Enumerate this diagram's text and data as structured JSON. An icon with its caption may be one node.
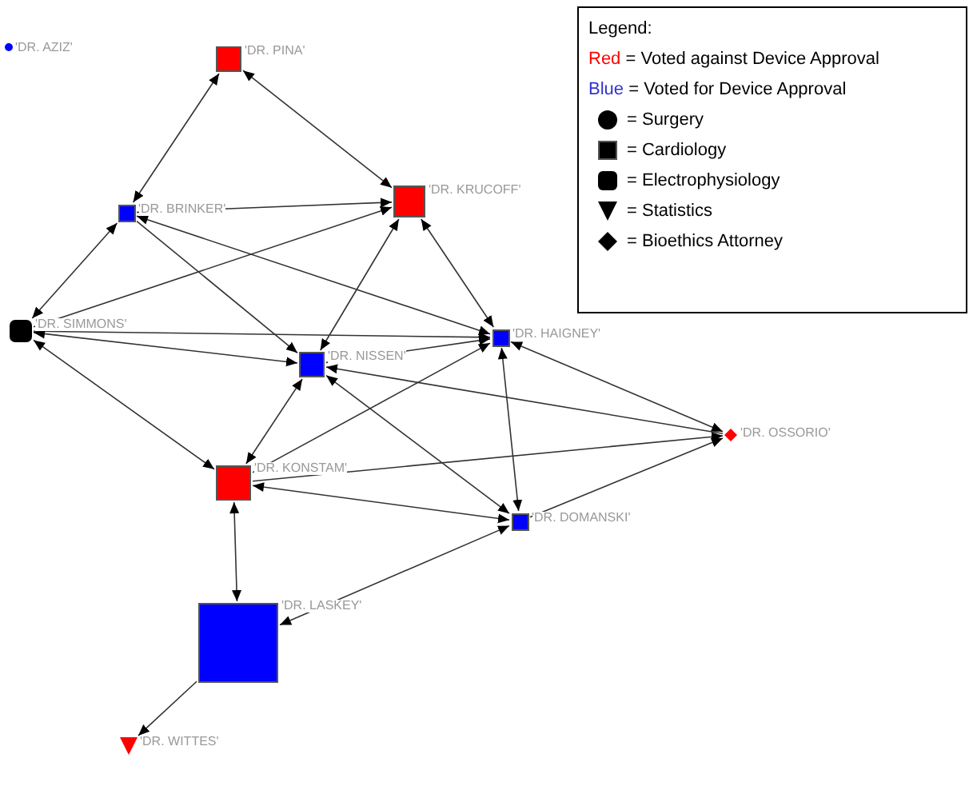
{
  "diagram": {
    "nodes": [
      {
        "text": [],
        "shape": "circle",
        "beside": [
          "'DR. AZIZ'"
        ]
      },
      {
        "text": [],
        "shape": "box",
        "beside": [
          "'DR. PINA'"
        ]
      },
      {
        "text": [],
        "shape": "box",
        "beside": [
          "'DR. BRINKER'"
        ]
      },
      {
        "text": [],
        "shape": "box",
        "beside": [
          "'DR. KRUCOFF'"
        ]
      },
      {
        "text": [],
        "shape": "rounded",
        "beside": [
          "'DR. SIMMONS'"
        ]
      },
      {
        "text": [],
        "shape": "box",
        "beside": [
          "'DR. HAIGNEY'"
        ]
      },
      {
        "text": [],
        "shape": "box",
        "beside": [
          "'DR. NISSEN'"
        ]
      },
      {
        "text": [],
        "shape": "diamond",
        "beside": [
          "'DR. OSSORIO'"
        ]
      },
      {
        "text": [],
        "shape": "box",
        "beside": [
          "'DR. KONSTAM'"
        ]
      },
      {
        "text": [],
        "shape": "box",
        "beside": [
          "'DR. DOMANSKI'"
        ]
      },
      {
        "text": [],
        "shape": "box",
        "beside": [
          "'DR. LASKEY'"
        ]
      },
      {
        "text": [],
        "shape": "triangle",
        "beside": [
          "'DR. WITTES'"
        ]
      }
    ],
    "edges": [
      {
        "from": 1,
        "to": 2,
        "arrow": "both"
      },
      {
        "from": 1,
        "to": 3,
        "arrow": "both"
      },
      {
        "from": 2,
        "to": 3,
        "arrow": "to"
      },
      {
        "from": 4,
        "to": 3,
        "arrow": "to"
      },
      {
        "from": 2,
        "to": 4,
        "arrow": "both"
      },
      {
        "from": 2,
        "to": 5,
        "arrow": "both"
      },
      {
        "from": 2,
        "to": 6,
        "arrow": "to"
      },
      {
        "from": 3,
        "to": 6,
        "arrow": "both"
      },
      {
        "from": 3,
        "to": 5,
        "arrow": "both"
      },
      {
        "from": 4,
        "to": 5,
        "arrow": "to"
      },
      {
        "from": 4,
        "to": 6,
        "arrow": "both"
      },
      {
        "from": 4,
        "to": 8,
        "arrow": "both"
      },
      {
        "from": 6,
        "to": 8,
        "arrow": "both"
      },
      {
        "from": 6,
        "to": 5,
        "arrow": "to"
      },
      {
        "from": 8,
        "to": 5,
        "arrow": "to"
      },
      {
        "from": 6,
        "to": 9,
        "arrow": "both"
      },
      {
        "from": 5,
        "to": 9,
        "arrow": "both"
      },
      {
        "from": 5,
        "to": 7,
        "arrow": "both"
      },
      {
        "from": 7,
        "to": 6,
        "arrow": "to"
      },
      {
        "from": 8,
        "to": 7,
        "arrow": "to"
      },
      {
        "from": 9,
        "to": 7,
        "arrow": "to"
      },
      {
        "from": 8,
        "to": 9,
        "arrow": "both"
      },
      {
        "from": 8,
        "to": 10,
        "arrow": "both"
      },
      {
        "from": 10,
        "to": 9,
        "arrow": "both"
      },
      {
        "from": 10,
        "to": 11,
        "arrow": "to"
      }
    ],
    "labels": [
      "Legend:"
    ],
    "legend": [
      {
        "text": "Red = Voted against Device Approval",
        "color": "#ff0000"
      },
      {
        "text": "Blue = Voted for Device Approval",
        "color": "#3333cc"
      },
      {
        "text": "= Surgery"
      },
      {
        "text": "= Cardiology"
      },
      {
        "text": "= Electrophysiology"
      },
      {
        "text": "= Statistics"
      },
      {
        "text": "= Bioethics Attorney"
      }
    ]
  }
}
